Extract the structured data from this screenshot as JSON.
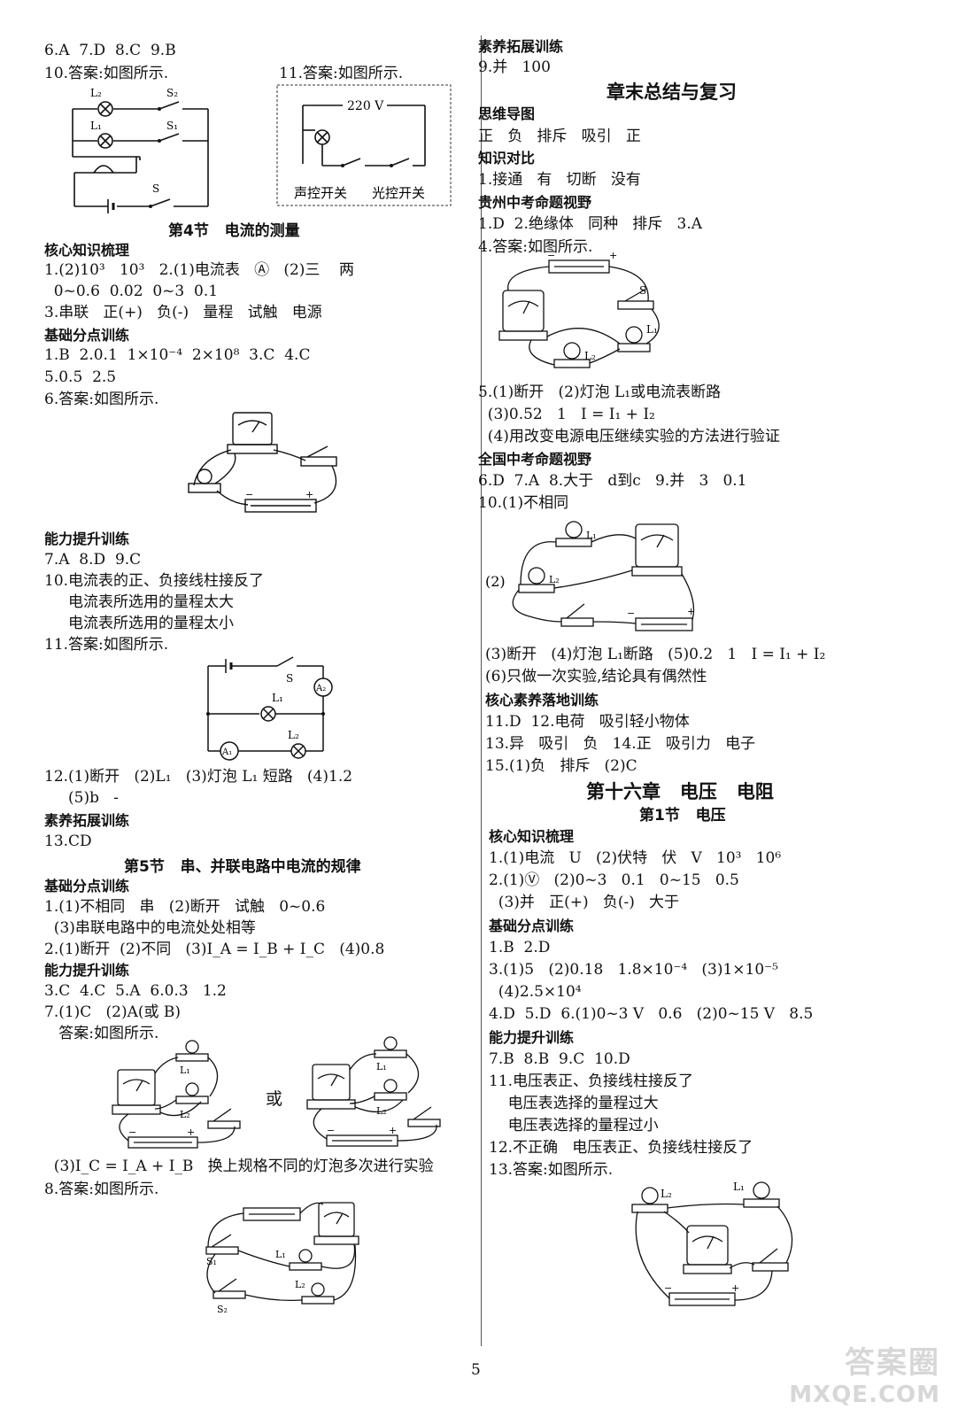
{
  "left": {
    "l1": "6.A  7.D  8.C  9.B",
    "l2": "10.答案:如图所示.",
    "l2b": "11.答案:如图所示.",
    "fig10_labels": {
      "l2": "L₂",
      "s2": "S₂",
      "l1": "L₁",
      "s1": "S₁",
      "s": "S"
    },
    "fig11_labels": {
      "v": "220 V",
      "sound": "声控开关",
      "light": "光控开关"
    },
    "sec4": "第4节   电流的测量",
    "h_core": "核心知识梳理",
    "c1": "1.(2)10³   10³   2.(1)电流表   Ⓐ   (2)三    两",
    "c2": "  0~0.6  0.02  0~3  0.1",
    "c3": "3.串联   正(+)   负(-)   量程   试触   电源",
    "h_basic": "基础分点训练",
    "b1": "1.B  2.0.1  1×10⁻⁴  2×10⁸  3.C  4.C",
    "b2": "5.0.5  2.5",
    "b3": "6.答案:如图所示.",
    "h_ability": "能力提升训练",
    "a1": "7.A  8.D  9.C",
    "a2": "10.电流表的正、负接线柱接反了",
    "a3": "     电流表所选用的量程太大",
    "a4": "     电流表所选用的量程太小",
    "a5": "11.答案:如图所示.",
    "fig11b_labels": {
      "s": "S",
      "a2": "A₂",
      "l1": "L₁",
      "l2": "L₂",
      "a1": "A₁"
    },
    "a6": "12.(1)断开   (2)L₁   (3)灯泡 L₁ 短路   (4)1.2",
    "a7": "     (5)b   -",
    "h_ext": "素养拓展训练",
    "e1": "13.CD",
    "sec5": "第5节   串、并联电路中电流的规律",
    "h_basic2": "基础分点训练",
    "d1": "1.(1)不相同   串   (2)断开   试触   0~0.6",
    "d2": "  (3)串联电路中的电流处处相等",
    "d3": "2.(1)断开  (2)不同   (3)I_A = I_B + I_C   (4)0.8",
    "h_ability2": "能力提升训练",
    "f1": "3.C  4.C  5.A  6.0.3   1.2",
    "f2": "7.(1)C   (2)A(或 B)",
    "f3": "   答案:如图所示.",
    "or": "或",
    "f4": "  (3)I_C = I_A + I_B   换上规格不同的灯泡多次进行实验",
    "f5": "8.答案:如图所示.",
    "fig8_labels": {
      "s1": "S₁",
      "l1": "L₁",
      "s2": "S₂",
      "l2": "L₂"
    }
  },
  "right": {
    "h_ext": "素养拓展训练",
    "r1": "9.并   100",
    "chap_summary": "章末总结与复习",
    "h_mind": "思维导图",
    "r2": "正   负   排斥   吸引   正",
    "h_compare": "知识对比",
    "r3": "1.接通   有   切断   没有",
    "h_guizhou": "贵州中考命题视野",
    "r4": "1.D  2.绝缘体   同种   排斥   3.A",
    "r5": "4.答案:如图所示.",
    "fig4_labels": {
      "s": "S",
      "l1": "L₁",
      "l2": "L₂"
    },
    "r6": "5.(1)断开   (2)灯泡 L₁或电流表断路",
    "r7": "  (3)0.52   1   I = I₁ + I₂",
    "r8": "  (4)用改变电源电压继续实验的方法进行验证",
    "h_national": "全国中考命题视野",
    "r9": "6.D  7.A  8.大于   d到c   9.并   3   0.1",
    "r10": "10.(1)不相同",
    "fig10r_labels": {
      "p2": "(2)",
      "l1": "L₁",
      "l2": "L₂"
    },
    "r11": "(3)断开   (4)灯泡 L₁断路   (5)0.2   1   I = I₁ + I₂",
    "r12": "(6)只做一次实验,结论具有偶然性",
    "h_literacy": "核心素养落地训练",
    "r13": "11.D  12.电荷   吸引轻小物体",
    "r14": "13.异   吸引   负   14.正   吸引力   电子",
    "r15": "15.(1)负   排斥   (2)C",
    "chap16": "第十六章   电压   电阻",
    "sec1": "第1节   电压",
    "h_core": "核心知识梳理",
    "v1": "1.(1)电流   U   (2)伏特   伏   V   10³   10⁶",
    "v2": "2.(1)Ⓥ   (2)0~3   0.1   0~15   0.5",
    "v3": "  (3)并   正(+)   负(-)   大于",
    "h_basic": "基础分点训练",
    "v4": "1.B  2.D",
    "v5": "3.(1)5   (2)0.18   1.8×10⁻⁴   (3)1×10⁻⁵",
    "v6": "  (4)2.5×10⁴",
    "v7": "4.D  5.D  6.(1)0~3 V   0.6   (2)0~15 V   8.5",
    "h_ability": "能力提升训练",
    "v8": "7.B  8.B  9.C  10.D",
    "v9": "11.电压表正、负接线柱接反了",
    "v10": "    电压表选择的量程过大",
    "v11": "    电压表选择的量程过小",
    "v12": "12.不正确   电压表正、负接线柱接反了",
    "v13": "13.答案:如图所示.",
    "fig13_labels": {
      "l2": "L₂",
      "l1": "L₁"
    }
  },
  "page_number": "5",
  "watermark": {
    "top": "答案圈",
    "bottom": "MXQE.COM"
  }
}
